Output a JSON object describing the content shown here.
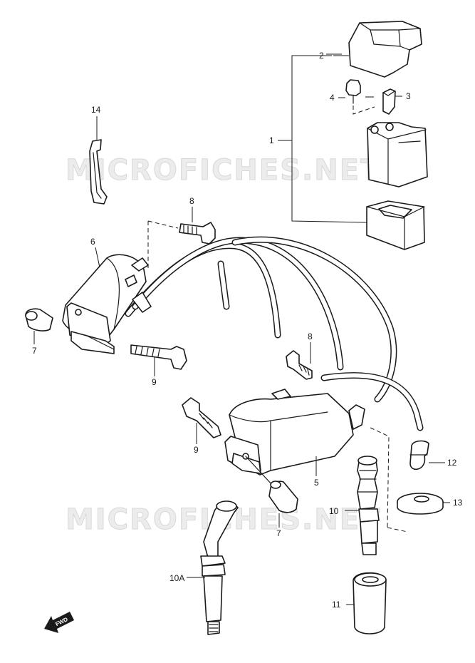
{
  "watermark": {
    "text": "MICROFICHES.NET"
  },
  "direction_badge": {
    "text": "FWD"
  },
  "callouts": {
    "c1": "1",
    "c2": "2",
    "c3": "3",
    "c4": "4",
    "c5": "5",
    "c6": "6",
    "c7a": "7",
    "c7b": "7",
    "c8a": "8",
    "c8b": "8",
    "c9a": "9",
    "c9b": "9",
    "c10": "10",
    "c10a": "10A",
    "c11": "11",
    "c12": "12",
    "c13": "13",
    "c14": "14"
  }
}
